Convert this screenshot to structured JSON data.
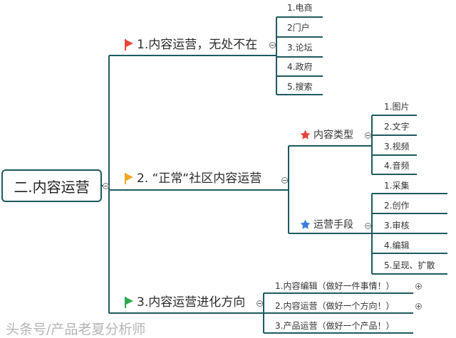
{
  "root": {
    "label": "二.内容运营"
  },
  "branches": [
    {
      "label": "1.内容运营，无处不在",
      "flag_color": "#e8453c",
      "children": [
        "1.电商",
        "2门户",
        "3.论坛",
        "4.政府",
        "5.搜索"
      ]
    },
    {
      "label": "2. “正常“社区内容运营",
      "flag_color": "#f5a623",
      "subs": [
        {
          "label": "内容类型",
          "star_color": "#e8453c",
          "children": [
            "1.图片",
            "2.文字",
            "3.视频",
            "4.音频"
          ]
        },
        {
          "label": "运营手段",
          "star_color": "#3b7de0",
          "children": [
            "1.采集",
            "2.创作",
            "3.审核",
            "4.编辑",
            "5.呈现、扩散"
          ]
        }
      ]
    },
    {
      "label": "3.内容运营进化方向",
      "flag_color": "#2fa84f",
      "children": [
        "1.内容编辑（做好一件事情！）",
        "2.内容运营（做好一个方向！）",
        "3.产品运营（做好一个产品！）"
      ]
    }
  ],
  "watermark": "头条号/产品老夏分析师",
  "line_color": "#1e5a5e"
}
